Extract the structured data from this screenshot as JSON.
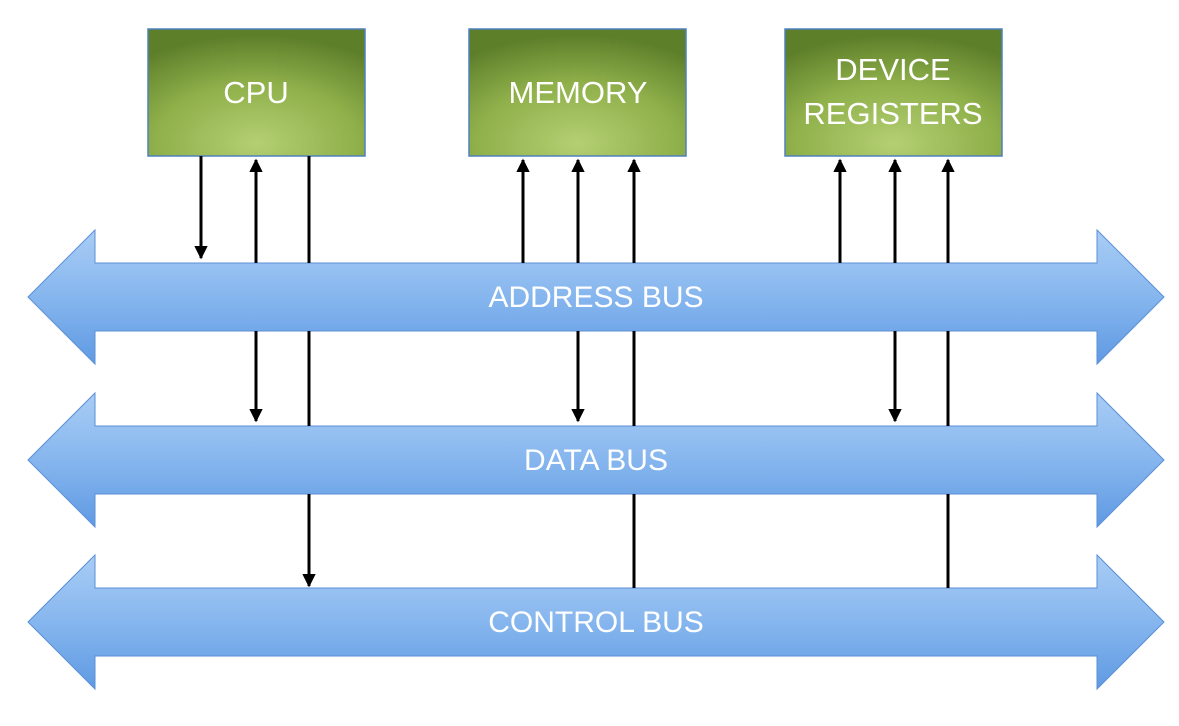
{
  "components": {
    "cpu": {
      "label": "CPU"
    },
    "memory": {
      "label": "MEMORY"
    },
    "device": {
      "line1": "DEVICE",
      "line2": "REGISTERS"
    }
  },
  "buses": {
    "address": {
      "label": "ADDRESS BUS"
    },
    "data": {
      "label": "DATA BUS"
    },
    "control": {
      "label": "CONTROL BUS"
    }
  },
  "colors": {
    "box_fill_center": "#aac663",
    "box_fill_edge": "#5e7f2a",
    "box_border": "#4f81bd",
    "bus_fill_top": "#a9cdf5",
    "bus_fill_bottom": "#5f9ae3",
    "connector": "#000000"
  }
}
